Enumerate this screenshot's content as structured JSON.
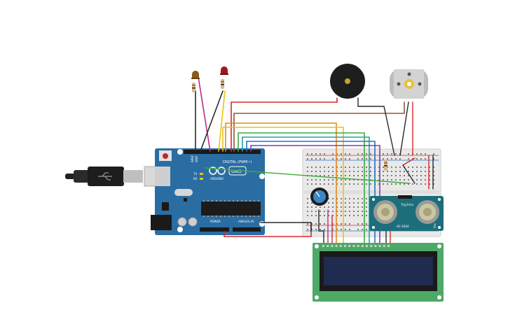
{
  "arduino": {
    "brand": "ARDUINO",
    "model": "UNO",
    "digital_label": "DIGITAL (PWM~)",
    "power_label": "POWER",
    "analog_label": "ANALOG IN",
    "tx_label": "TX",
    "rx_label": "RX",
    "aref_label": "AREF",
    "gnd_label": "GND"
  },
  "ultrasonic": {
    "model": "HC-SR04",
    "vcc_label": "Vcc",
    "gnd_label": "Gnd",
    "pins_label": "Trig Echo"
  },
  "colors": {
    "board_blue": "#2a6da3",
    "breadboard": "#e9e9e9",
    "lcd_green": "#4ea866",
    "lcd_screen": "#1f2b4f",
    "wire_red": "#d8282a",
    "wire_black": "#2a2a2a",
    "wire_brown": "#8a5a36",
    "wire_orange": "#e58a1f",
    "wire_yellow": "#e9c21b",
    "wire_green": "#3dab3a",
    "wire_teal": "#1fa3a8",
    "wire_blue": "#2b6fc2",
    "wire_purple": "#7b3fb0",
    "wire_magenta": "#c02a8a",
    "wire_gray": "#8a8a8a"
  },
  "components": {
    "led_left_color": "#8a5a1a",
    "led_right_color": "#a01818",
    "buzzer": "piezo-buzzer",
    "motor": "dc-motor",
    "potentiometer": "potentiometer",
    "usb_cable": "usb-cable",
    "lcd": "lcd-16x2"
  }
}
